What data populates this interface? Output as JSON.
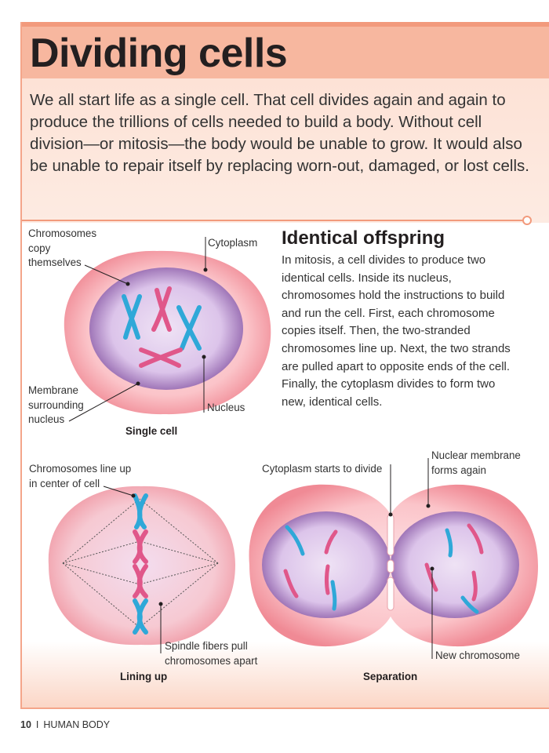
{
  "header": {
    "title": "Dividing cells",
    "intro": "We all start life as a single cell. That cell divides again and again to produce the trillions of cells needed to build a body. Without cell division—or mitosis—the body would be unable to grow. It would also be unable to repair itself by replacing worn-out, damaged, or lost cells."
  },
  "section": {
    "heading": "Identical offspring",
    "body": "In mitosis, a cell divides to produce two identical cells. Inside its nucleus, chromosomes hold the instructions to build and run the cell. First, each chromosome copies itself. Then, the two-stranded chromosomes line up. Next, the two strands are pulled apart to opposite ends of the cell. Finally, the cytoplasm divides to form two new, identical cells."
  },
  "labels": {
    "chromosomes_copy_line1": "Chromosomes",
    "chromosomes_copy_line2": "copy",
    "chromosomes_copy_line3": "themselves",
    "cytoplasm": "Cytoplasm",
    "membrane_line1": "Membrane",
    "membrane_line2": "surrounding",
    "membrane_line3": "nucleus",
    "nucleus": "Nucleus",
    "line_up_line1": "Chromosomes line up",
    "line_up_line2": "in center of cell",
    "spindle_line1": "Spindle fibers pull",
    "spindle_line2": "chromosomes apart",
    "cytoplasm_divide": "Cytoplasm starts to divide",
    "nuclear_line1": "Nuclear membrane",
    "nuclear_line2": "forms again",
    "new_chromosome": "New chromosome"
  },
  "captions": {
    "single_cell": "Single cell",
    "lining_up": "Lining up",
    "separation": "Separation"
  },
  "footer": {
    "page_number": "10",
    "separator": "I",
    "section": "HUMAN BODY"
  },
  "colors": {
    "title_band": "#f7b79f",
    "intro_band": "#fde2d6",
    "accent": "#f29a7c",
    "chromosome_blue": "#2fa8d8",
    "chromosome_pink": "#e0578a",
    "nucleus_purple": "#9b6bb0"
  }
}
